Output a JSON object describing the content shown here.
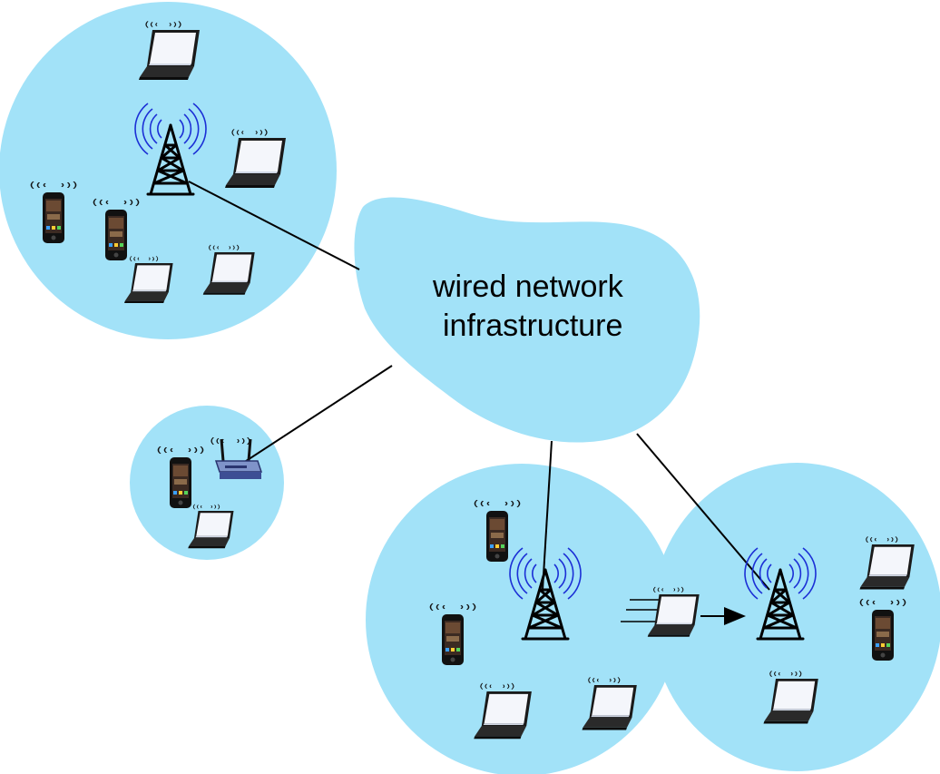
{
  "cloud": {
    "label_line1": "wired network",
    "label_line2": "infrastructure"
  },
  "colors": {
    "cell": "#a2e2f8",
    "cloud": "#a2e2f8",
    "signal": "#1b2fd6",
    "tower": "#000000",
    "link": "#000000",
    "laptop_body": "#1a1a1a",
    "laptop_screen": "#f4f6fb",
    "phone_body": "#111111",
    "router_body": "#7f93c9"
  },
  "cells": [
    {
      "name": "cell-top-left",
      "base_station": "tower",
      "devices": [
        "laptop",
        "laptop",
        "laptop",
        "laptop",
        "phone",
        "phone"
      ]
    },
    {
      "name": "cell-middle-left",
      "base_station": "access-point",
      "devices": [
        "phone",
        "laptop"
      ]
    },
    {
      "name": "cell-bottom-middle",
      "base_station": "tower",
      "devices": [
        "phone",
        "phone",
        "laptop",
        "laptop"
      ]
    },
    {
      "name": "cell-bottom-right",
      "base_station": "tower",
      "devices": [
        "laptop",
        "laptop",
        "phone"
      ]
    }
  ],
  "mobile_host": {
    "icon": "laptop",
    "motion": "moving-right-arrow"
  }
}
